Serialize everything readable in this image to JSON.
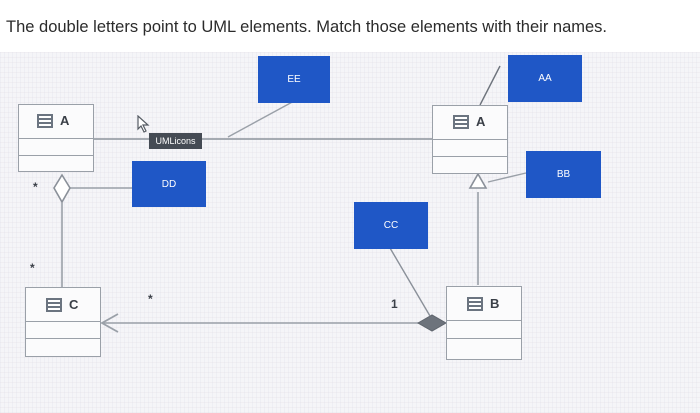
{
  "question": "The double letters point to UML elements. Match those elements with their names.",
  "labels": {
    "ee": "EE",
    "aa": "AA",
    "bb": "BB",
    "dd": "DD",
    "cc": "CC"
  },
  "classes": {
    "a_left": "A",
    "a_right": "A",
    "c": "C",
    "b": "B"
  },
  "uml_icons_label": "UMLicons",
  "multiplicities": {
    "star_1": "*",
    "star_2": "*",
    "star_3": "*",
    "one": "1"
  },
  "colors": {
    "label_blue": "#1f57c6",
    "tag_dark": "#454b54",
    "line_gray": "#9aa0a8"
  }
}
